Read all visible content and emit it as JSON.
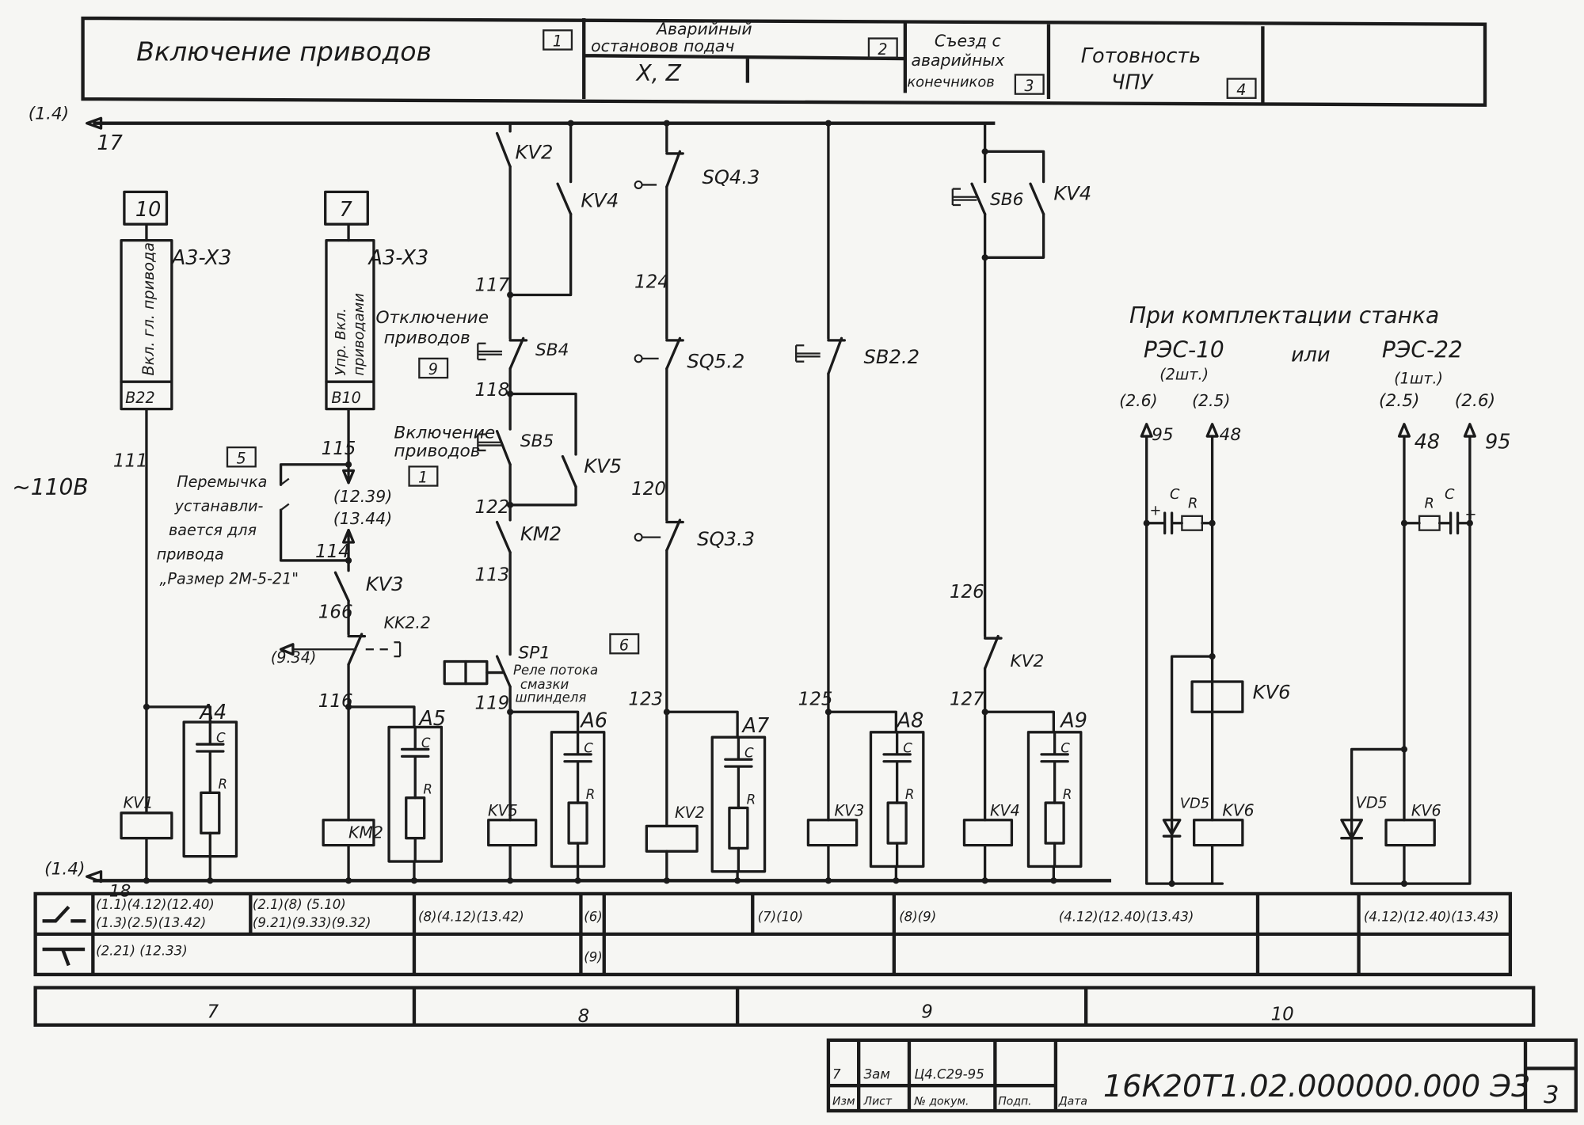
{
  "header": {
    "cell1": {
      "title": "Включение приводов",
      "num": "1"
    },
    "cell2": {
      "line1": "Аварийный",
      "line2": "остановов подач",
      "sub": "X, Z",
      "num": "2"
    },
    "cell3": {
      "line1": "Съезд с",
      "line2": "аварийных",
      "line3": "конечников",
      "num": "3"
    },
    "cell4": {
      "line1": "Готовность",
      "line2": "ЧПУ",
      "num": "4"
    }
  },
  "buses": {
    "top_ref": "(1.4)",
    "top_wire": "17",
    "bottom_ref": "(1.4)",
    "bottom_wire": "18",
    "supply": "~110В"
  },
  "wires": {
    "w111": "111",
    "w115": "115",
    "w114": "114",
    "w166": "166",
    "w116": "116",
    "w117": "117",
    "w118": "118",
    "w122": "122",
    "w113": "113",
    "w119": "119",
    "w124": "124",
    "w120": "120",
    "w123": "123",
    "w125": "125",
    "w126": "126",
    "w127": "127"
  },
  "col1": {
    "terminal": "10",
    "connector": "A3-X3",
    "signal": "Вкл. гл. привода",
    "pin": "B22",
    "coil": "KV1",
    "rc": "A4"
  },
  "col2": {
    "terminal": "7",
    "connector": "A3-X3",
    "signal_line1": "Упр. Вкл.",
    "signal_line2": "приводами",
    "pin": "B10",
    "refs1": "(12.39)",
    "refs2": "(13.44)",
    "jumper_box": "5",
    "jumper_note": [
      "Перемычка",
      "устанавли-",
      "вается для",
      "привода",
      "„Размер 2М-5-21\""
    ],
    "kv3": "KV3",
    "kk": "KK2.2",
    "kk_ref": "(9.34)",
    "coil": "KM2",
    "rc": "A5"
  },
  "col3": {
    "kv2": "KV2",
    "kv4": "KV4",
    "off_line1": "Отключение",
    "off_line2": "приводов",
    "off_box": "9",
    "sb4": "SB4",
    "on_line1": "Включение",
    "on_line2": "приводов",
    "on_box": "1",
    "sb5": "SB5",
    "kv5": "KV5",
    "km2": "KM2",
    "sp1": "SP1",
    "sp1_line1": "Реле потока",
    "sp1_line2": "смазки",
    "sp1_line3": "шпинделя",
    "sp1_box": "6",
    "coil": "KV5",
    "rc": "A6"
  },
  "col4": {
    "sq43": "SQ4.3",
    "sq52": "SQ5.2",
    "sq33": "SQ3.3",
    "coil": "KV2",
    "rc": "A7"
  },
  "col5": {
    "sb22": "SB2.2",
    "coil": "KV3",
    "rc": "A8"
  },
  "col6": {
    "sb6": "SB6",
    "kv4": "KV4",
    "kv2": "KV2",
    "coil": "KV4",
    "rc": "A9"
  },
  "rc_labels": {
    "c": "C",
    "r": "R",
    "plus": "+"
  },
  "right": {
    "title": "При комплектации станка",
    "opt1": "РЭС-10",
    "or": "или",
    "opt2": "РЭС-22",
    "qty1": "(2шт.)",
    "qty2": "(1шт.)",
    "g1": {
      "ref_a": "(2.6)",
      "ref_b": "(2.5)",
      "wire_a": "95",
      "wire_b": "48",
      "kv6_top": "KV6",
      "vd": "VD5",
      "kv6": "KV6"
    },
    "g2": {
      "ref_a": "(2.5)",
      "ref_b": "(2.6)",
      "wire_a": "48",
      "wire_b": "95",
      "vd": "VD5",
      "kv6": "KV6"
    }
  },
  "contacts_table": {
    "no_row": [
      "(1.1)(4.12)(12.40)",
      "(1.3)(2.5)(13.42)",
      "(2.1)(8)  (5.10)",
      "(9.21)(9.33)(9.32)",
      "(8)(4.12)(13.42)",
      "(6)",
      "(7)(10)",
      "(8)(9)",
      "(4.12)(12.40)(13.43)",
      "(4.12)(12.40)(13.43)"
    ],
    "nc_row": [
      "(2.21)  (12.33)",
      "(9)"
    ]
  },
  "zones": [
    "7",
    "8",
    "9",
    "10"
  ],
  "title_block": {
    "doc_number": "16К20Т1.02.000000.000 Э3",
    "change_row": [
      "7",
      "Зам",
      "Ц4.С29-95",
      "",
      "",
      ""
    ],
    "header_row": [
      "Изм",
      "Лист",
      "№ докум.",
      "Подп.",
      "Дата"
    ],
    "sheet": "3"
  }
}
